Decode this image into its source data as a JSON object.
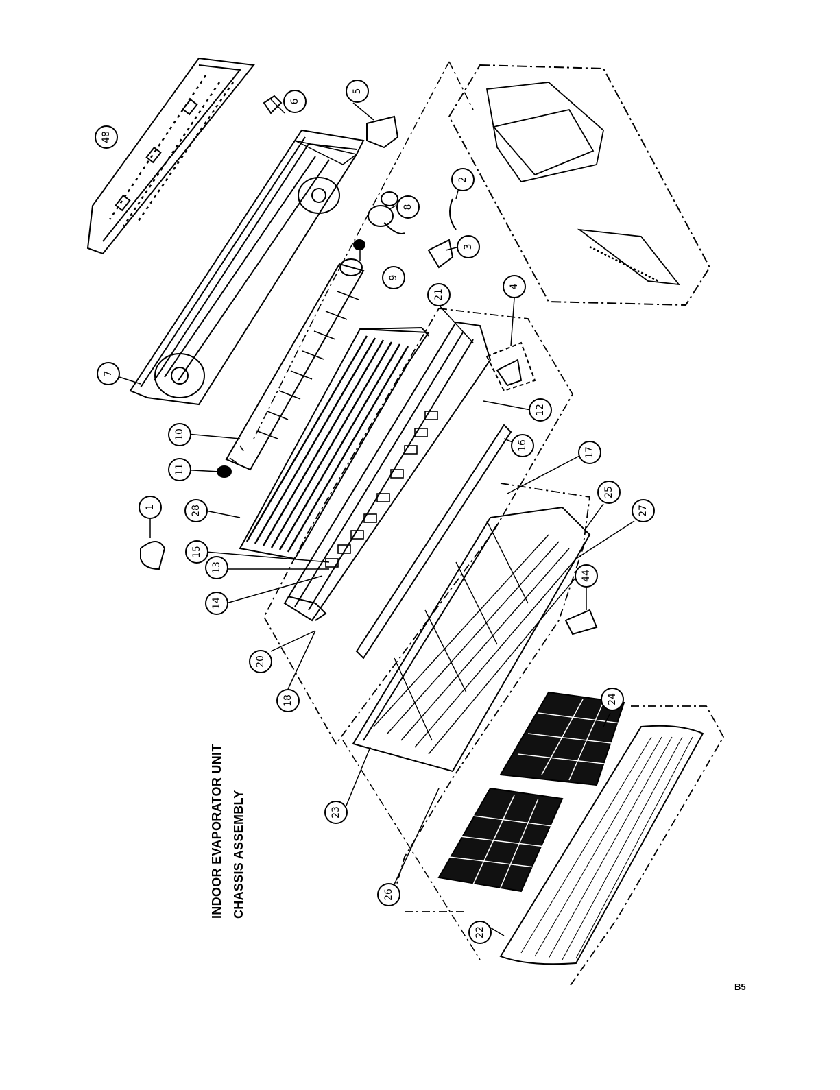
{
  "title": {
    "line1": "INDOOR EVAPORATOR UNIT",
    "line2": "CHASSIS ASSEMBLY"
  },
  "page_code": "B5",
  "callouts": [
    "1",
    "2",
    "3",
    "4",
    "5",
    "6",
    "7",
    "8",
    "9",
    "10",
    "11",
    "12",
    "13",
    "14",
    "15",
    "16",
    "17",
    "18",
    "20",
    "21",
    "22",
    "23",
    "24",
    "25",
    "26",
    "27",
    "28",
    "44",
    "48"
  ],
  "colors": {
    "ink": "#000000",
    "background": "#ffffff",
    "footer_rule": "#4a6cd6"
  }
}
